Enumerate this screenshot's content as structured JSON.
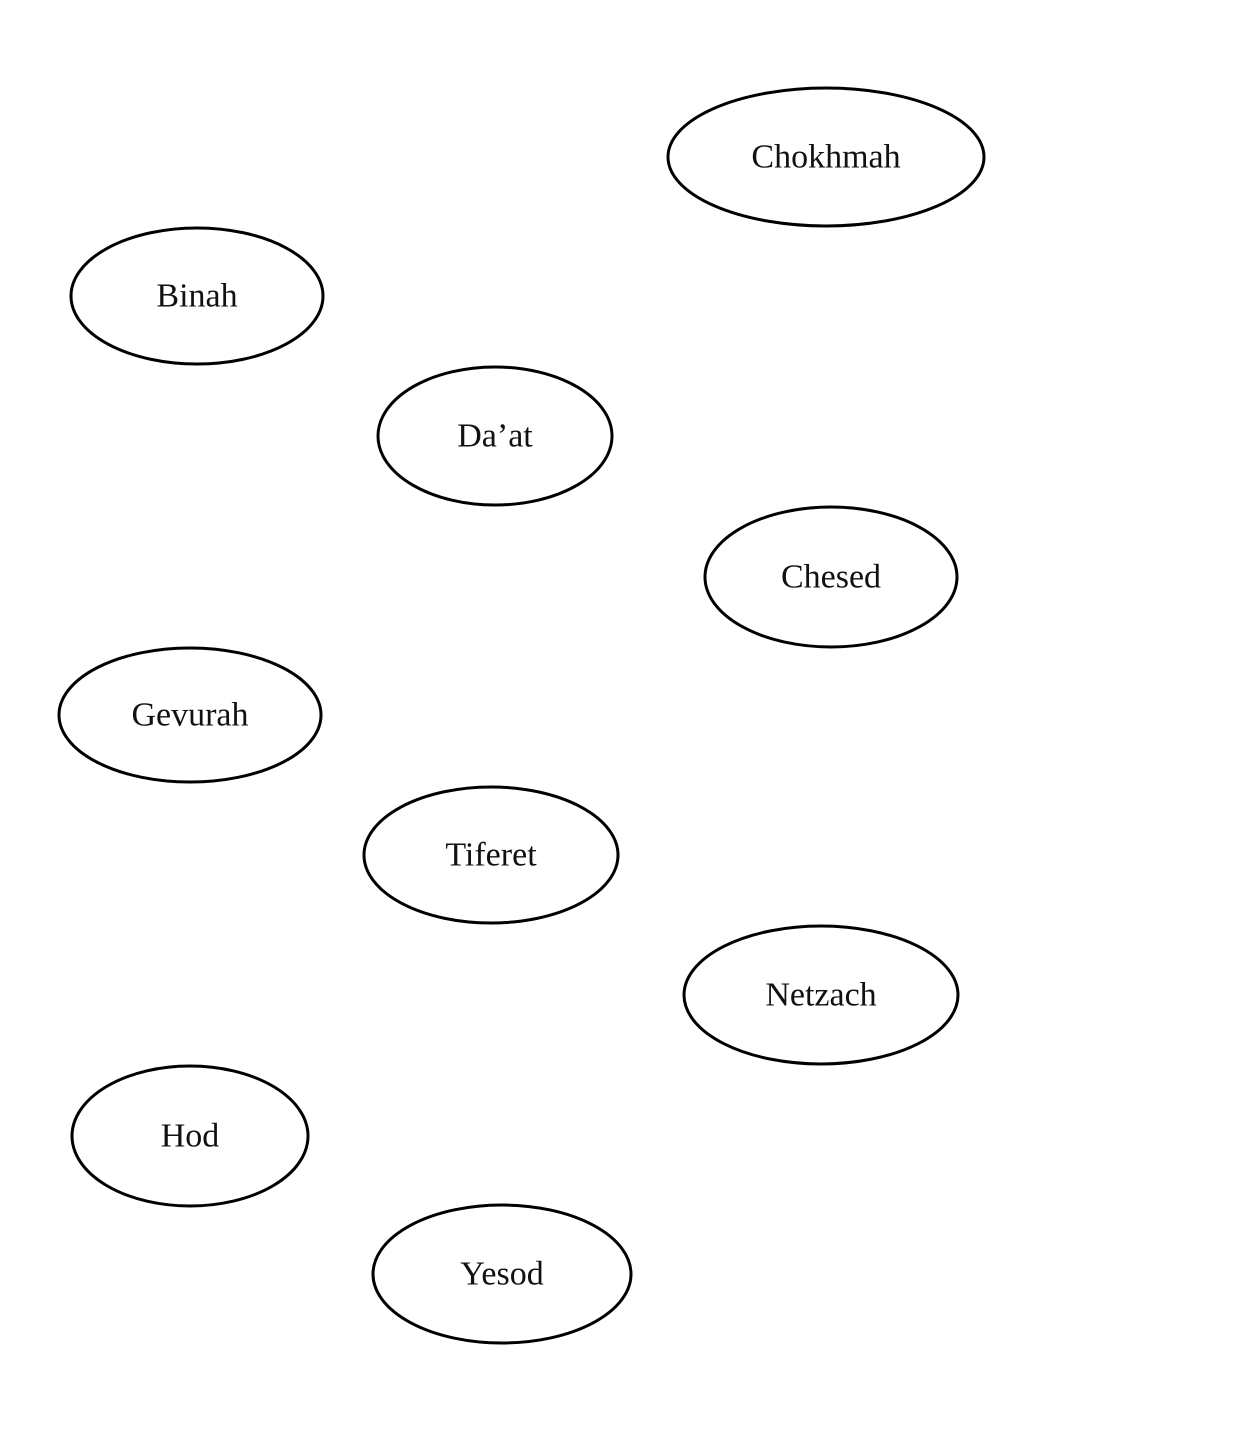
{
  "nodes": [
    {
      "id": "chokhmah",
      "label": "Chokhmah"
    },
    {
      "id": "binah",
      "label": "Binah"
    },
    {
      "id": "daat",
      "label": "Da’at"
    },
    {
      "id": "chesed",
      "label": "Chesed"
    },
    {
      "id": "gevurah",
      "label": "Gevurah"
    },
    {
      "id": "tiferet",
      "label": "Tiferet"
    },
    {
      "id": "netzach",
      "label": "Netzach"
    },
    {
      "id": "hod",
      "label": "Hod"
    },
    {
      "id": "yesod",
      "label": "Yesod"
    }
  ],
  "edges": [],
  "colors": {
    "stroke": "#000000",
    "fill": "#ffffff",
    "text": "#111111"
  }
}
